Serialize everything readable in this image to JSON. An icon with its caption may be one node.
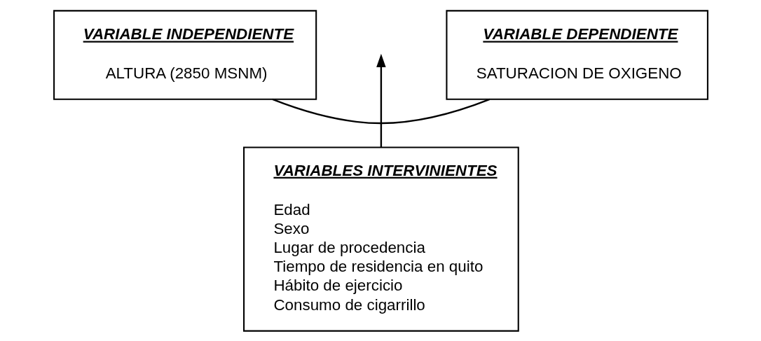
{
  "diagram": {
    "nodes": [
      {
        "text": [
          "VARIABLE INDEPENDIENTE",
          "ALTURA (2850 MSNM)"
        ]
      },
      {
        "text": [
          "VARIABLE DEPENDIENTE",
          "SATURACION DE OXIGENO"
        ]
      },
      {
        "text": [
          "VARIABLES INTERVINIENTES",
          "Edad",
          "Sexo",
          "Lugar de procedencia",
          "Tiempo de residencia en quito",
          "Hábito de ejercicio",
          "Consumo de cigarrillo"
        ]
      }
    ],
    "edges": [
      {
        "from": 0,
        "to": 1,
        "arrow": "none"
      },
      {
        "from": 2,
        "to": null,
        "arrow": "to"
      }
    ]
  }
}
